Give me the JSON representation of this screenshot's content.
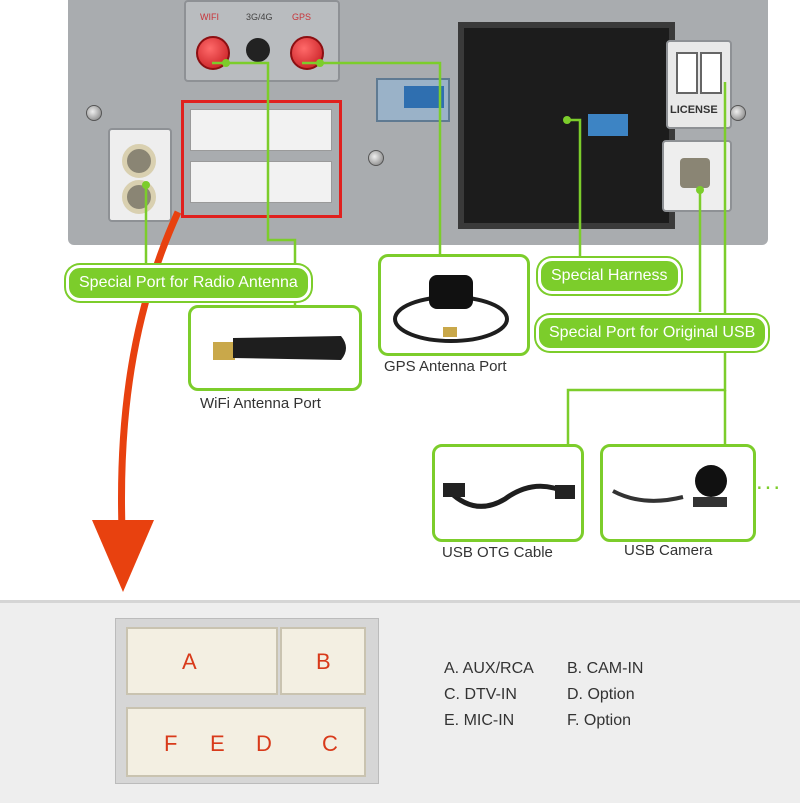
{
  "colors": {
    "accent_green": "#7ccd2b",
    "arrow_red": "#e8410f",
    "highlight_red": "#e0201e",
    "panel_grey": "#a9acaf"
  },
  "panel": {
    "antenna_labels": [
      "WIFI",
      "3G/4G",
      "GPS"
    ],
    "license_label": "LICENSE"
  },
  "labels": {
    "radio_antenna": "Special Port for Radio Antenna",
    "special_harness": "Special Harness",
    "original_usb": "Special Port for Original USB"
  },
  "accessories": [
    {
      "caption": "WiFi Antenna Port",
      "icon": "wifi-antenna-icon"
    },
    {
      "caption": "GPS Antenna Port",
      "icon": "gps-antenna-icon"
    },
    {
      "caption": "USB OTG Cable",
      "icon": "usb-cable-icon"
    },
    {
      "caption": "USB Camera",
      "icon": "usb-camera-icon"
    }
  ],
  "more_indicator": "...",
  "connector": {
    "top_row": [
      "A",
      "B"
    ],
    "bottom_row": [
      "F",
      "E",
      "D",
      "C"
    ]
  },
  "legend": [
    [
      "A. AUX/RCA",
      "B. CAM-IN"
    ],
    [
      "C. DTV-IN",
      "D. Option"
    ],
    [
      "E. MIC-IN",
      "F. Option"
    ]
  ]
}
